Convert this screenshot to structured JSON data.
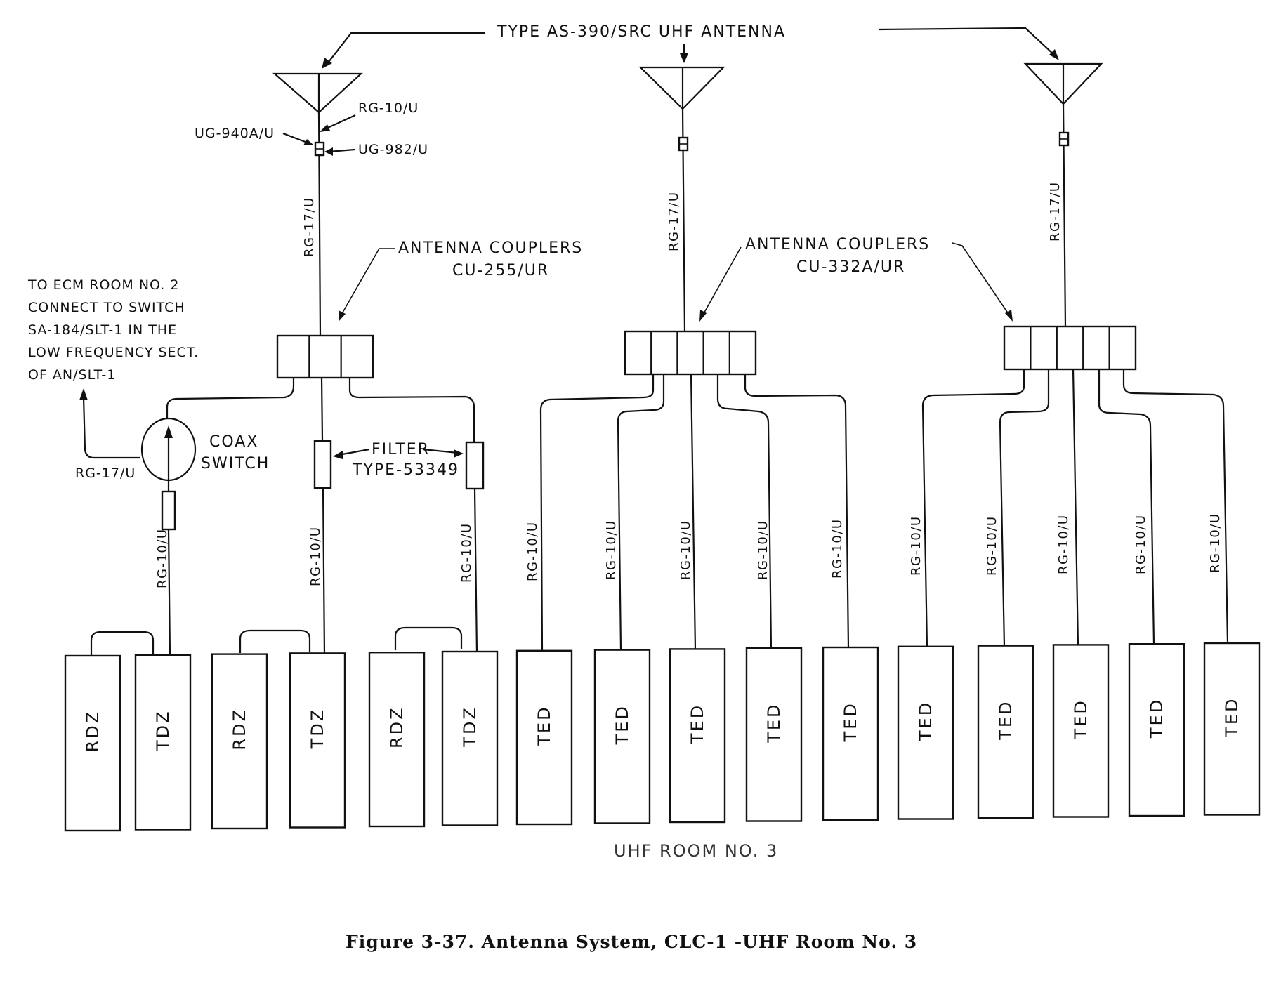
{
  "antenna_title": "TYPE AS-390/SRC UHF ANTENNA",
  "antenna_count": 3,
  "labels": {
    "rg10_top": "RG-10/U",
    "ug940": "UG-940A/U",
    "ug982": "UG-982/U",
    "rg17": "RG-17/U",
    "rg10": "RG-10/U",
    "coupler_group_1_line1": "ANTENNA COUPLERS",
    "coupler_group_1_line2": "CU-255/UR",
    "coupler_group_2_line1": "ANTENNA COUPLERS",
    "coupler_group_2_line2": "CU-332A/UR",
    "coax_line1": "COAX",
    "coax_line2": "SWITCH",
    "coax_rg17": "RG-17/U",
    "filter_line1": "FILTER",
    "filter_line2": "TYPE-53349",
    "ecm_note": [
      "TO ECM ROOM NO. 2",
      "CONNECT TO SWITCH",
      "SA-184/SLT-1 IN THE",
      "LOW FREQUENCY SECT.",
      "OF AN/SLT-1"
    ],
    "room": "UHF ROOM NO. 3",
    "caption": "Figure 3-37. Antenna System, CLC-1 -UHF Room No. 3"
  },
  "couplers": [
    {
      "model": "CU-255/UR",
      "cells": 3
    },
    {
      "model": "CU-332A/UR",
      "cells": 5
    },
    {
      "model": "CU-332A/UR",
      "cells": 5
    }
  ],
  "equipment": [
    "RDZ",
    "TDZ",
    "RDZ",
    "TDZ",
    "RDZ",
    "TDZ",
    "TED",
    "TED",
    "TED",
    "TED",
    "TED",
    "TED",
    "TED",
    "TED",
    "TED",
    "TED"
  ]
}
